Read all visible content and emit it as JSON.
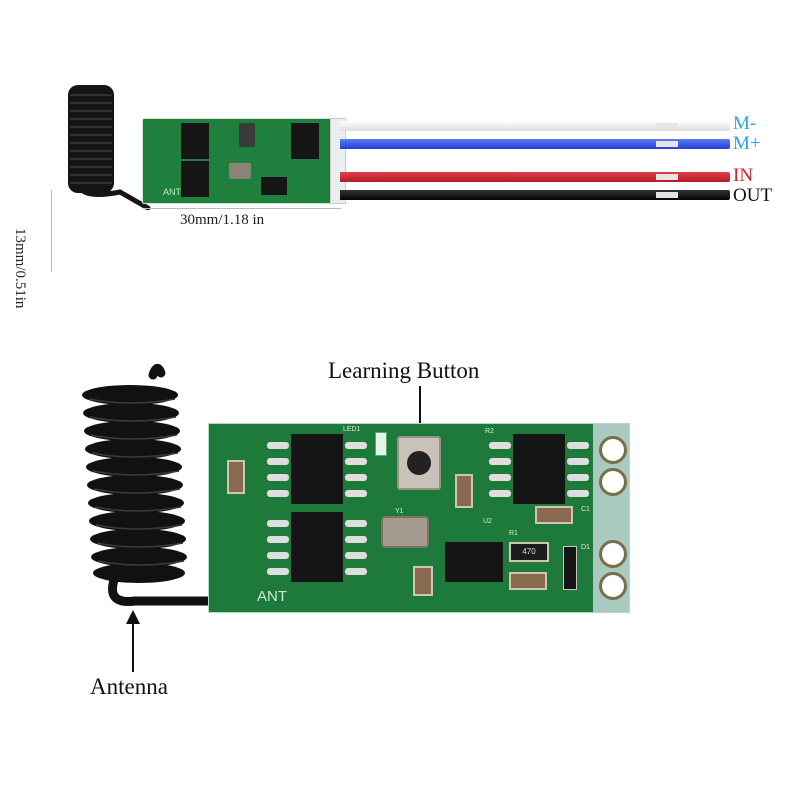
{
  "top_module": {
    "height_dimension": "13mm/0.51in",
    "width_dimension": "30mm/1.18 in",
    "wires": [
      {
        "label": "M-",
        "wire_color": "#e8e8e8",
        "label_color": "#29a3e0"
      },
      {
        "label": "M+",
        "wire_color": "#2f57e6",
        "label_color": "#29a3e0"
      },
      {
        "label": "IN",
        "wire_color": "#c8202e",
        "label_color": "#d7202a"
      },
      {
        "label": "OUT",
        "wire_color": "#111111",
        "label_color": "#111111"
      }
    ],
    "pcb_silkscreen": "ANT"
  },
  "bottom_module": {
    "callouts": {
      "learning_button": "Learning Button",
      "antenna": "Antenna"
    },
    "pcb_silkscreen": {
      "ant": "ANT",
      "led": "LED1",
      "r2": "R2",
      "r1": "R1",
      "y1": "Y1",
      "u2": "U2",
      "c1": "C1",
      "d1": "D1",
      "r470": "470"
    },
    "pcb_color": "#1f7a3a",
    "terminal_pads": 4
  }
}
